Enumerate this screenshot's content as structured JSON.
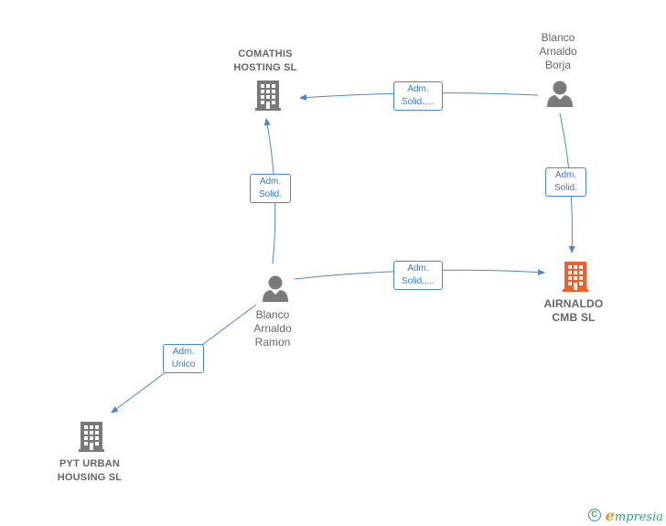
{
  "nodes": {
    "comathis": {
      "line1": "COMATHIS",
      "line2": "HOSTING  SL",
      "type": "company",
      "color": "#7a7a7a"
    },
    "blanco_borja": {
      "line1": "Blanco",
      "line2": "Arnaldo",
      "line3": "Borja",
      "type": "person",
      "color": "#7a7a7a"
    },
    "blanco_ramon": {
      "line1": "Blanco",
      "line2": "Arnaldo",
      "line3": "Ramon",
      "type": "person",
      "color": "#7a7a7a"
    },
    "airnaldo": {
      "line1": "AIRNALDO",
      "line2": "CMB  SL",
      "type": "company",
      "color": "#f0602b"
    },
    "pyt": {
      "line1": "PYT URBAN",
      "line2": "HOUSING  SL",
      "type": "company",
      "color": "#7a7a7a"
    }
  },
  "edges": {
    "borja_comathis": {
      "line1": "Adm.",
      "line2": "Solid.,..."
    },
    "borja_airnaldo": {
      "line1": "Adm.",
      "line2": "Solid."
    },
    "ramon_comathis": {
      "line1": "Adm.",
      "line2": "Solid."
    },
    "ramon_airnaldo": {
      "line1": "Adm.",
      "line2": "Solid.,..."
    },
    "ramon_pyt": {
      "line1": "Adm.",
      "line2": "Unico"
    }
  },
  "colors": {
    "edge": "#4a86cf",
    "node_gray": "#7a7a7a",
    "node_main": "#f0602b",
    "brand": "#3a9a8c"
  },
  "footer": {
    "copyright": "C",
    "brand_initial": "e",
    "brand_rest": "mpresia"
  }
}
